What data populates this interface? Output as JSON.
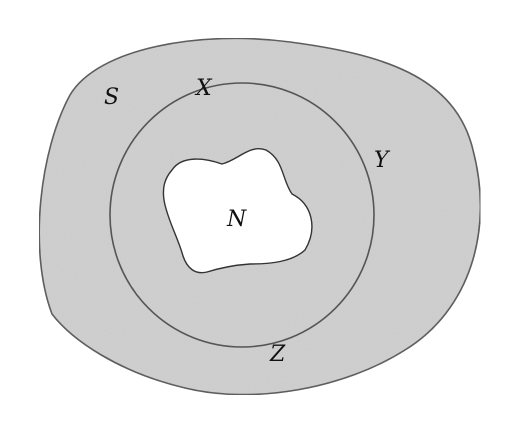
{
  "diagram": {
    "labels": {
      "s": "S",
      "x": "X",
      "y": "Y",
      "z": "Z",
      "n": "N"
    },
    "colors": {
      "outer_fill": "#cfcfcf",
      "outline": "#555555",
      "hole_fill": "#ffffff",
      "background": "#ffffff"
    }
  }
}
